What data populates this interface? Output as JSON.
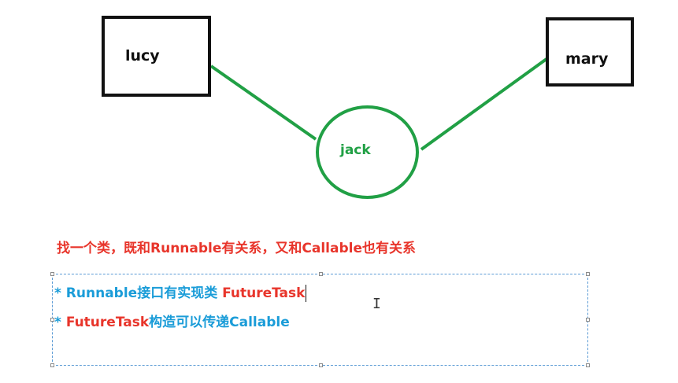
{
  "diagram": {
    "nodes": {
      "lucy": "lucy",
      "mary": "mary",
      "jack": "jack"
    },
    "colors": {
      "box_border": "#111111",
      "circle": "#21a045",
      "heading": "#e8352b",
      "blue_text": "#1a9cd8"
    }
  },
  "heading": "找一个类，既和Runnable有关系，又和Callable也有关系",
  "textbox": {
    "line1": {
      "blue": "* Runnable接口有实现类 ",
      "red": "FutureTask"
    },
    "line2": {
      "blue_prefix": "* ",
      "red": "FutureTask",
      "blue": "构造可以传递Callable"
    }
  },
  "cursor_icon": "i-beam-cursor"
}
